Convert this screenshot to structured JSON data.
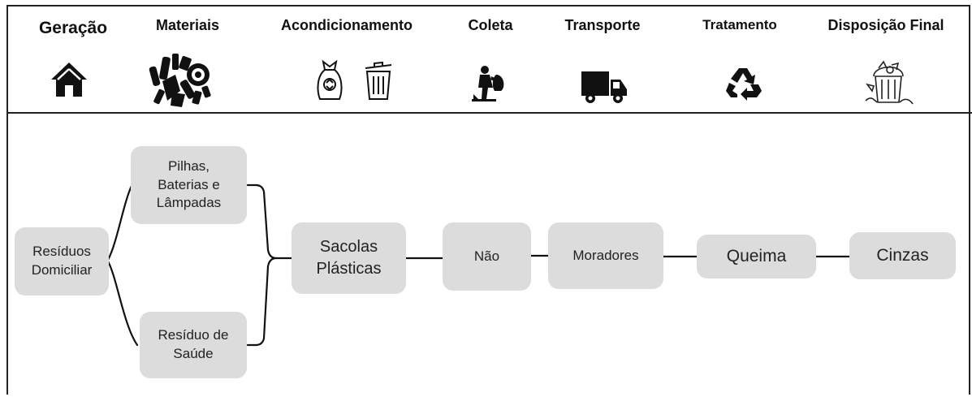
{
  "stages": [
    {
      "title": "Geração",
      "icon": "house-icon"
    },
    {
      "title": "Materiais",
      "icon": "waste-pile-icon"
    },
    {
      "title": "Acondicionamento",
      "icon": "garbage-bag-and-trash-can-icon"
    },
    {
      "title": "Coleta",
      "icon": "garbage-collector-icon"
    },
    {
      "title": "Transporte",
      "icon": "truck-icon"
    },
    {
      "title": "Tratamento",
      "icon": "recycle-icon"
    },
    {
      "title": "Disposição Final",
      "icon": "overflowing-trash-can-icon"
    }
  ],
  "nodes": {
    "residuos_domiciliar": {
      "line1": "Resíduos",
      "line2": "Domiciliar"
    },
    "pilhas": {
      "line1": "Pilhas,",
      "line2": "Baterias e",
      "line3": "Lâmpadas"
    },
    "residuo_saude": {
      "line1": "Resíduo de",
      "line2": "Saúde"
    },
    "sacolas": {
      "line1": "Sacolas",
      "line2": "Plásticas"
    },
    "nao": {
      "line1": "Não"
    },
    "moradores": {
      "line1": "Moradores"
    },
    "queima": {
      "line1": "Queima"
    },
    "cinzas": {
      "line1": "Cinzas"
    }
  },
  "colors": {
    "node_fill": "#dcdcdc",
    "line": "#111111",
    "icon": "#111111"
  }
}
